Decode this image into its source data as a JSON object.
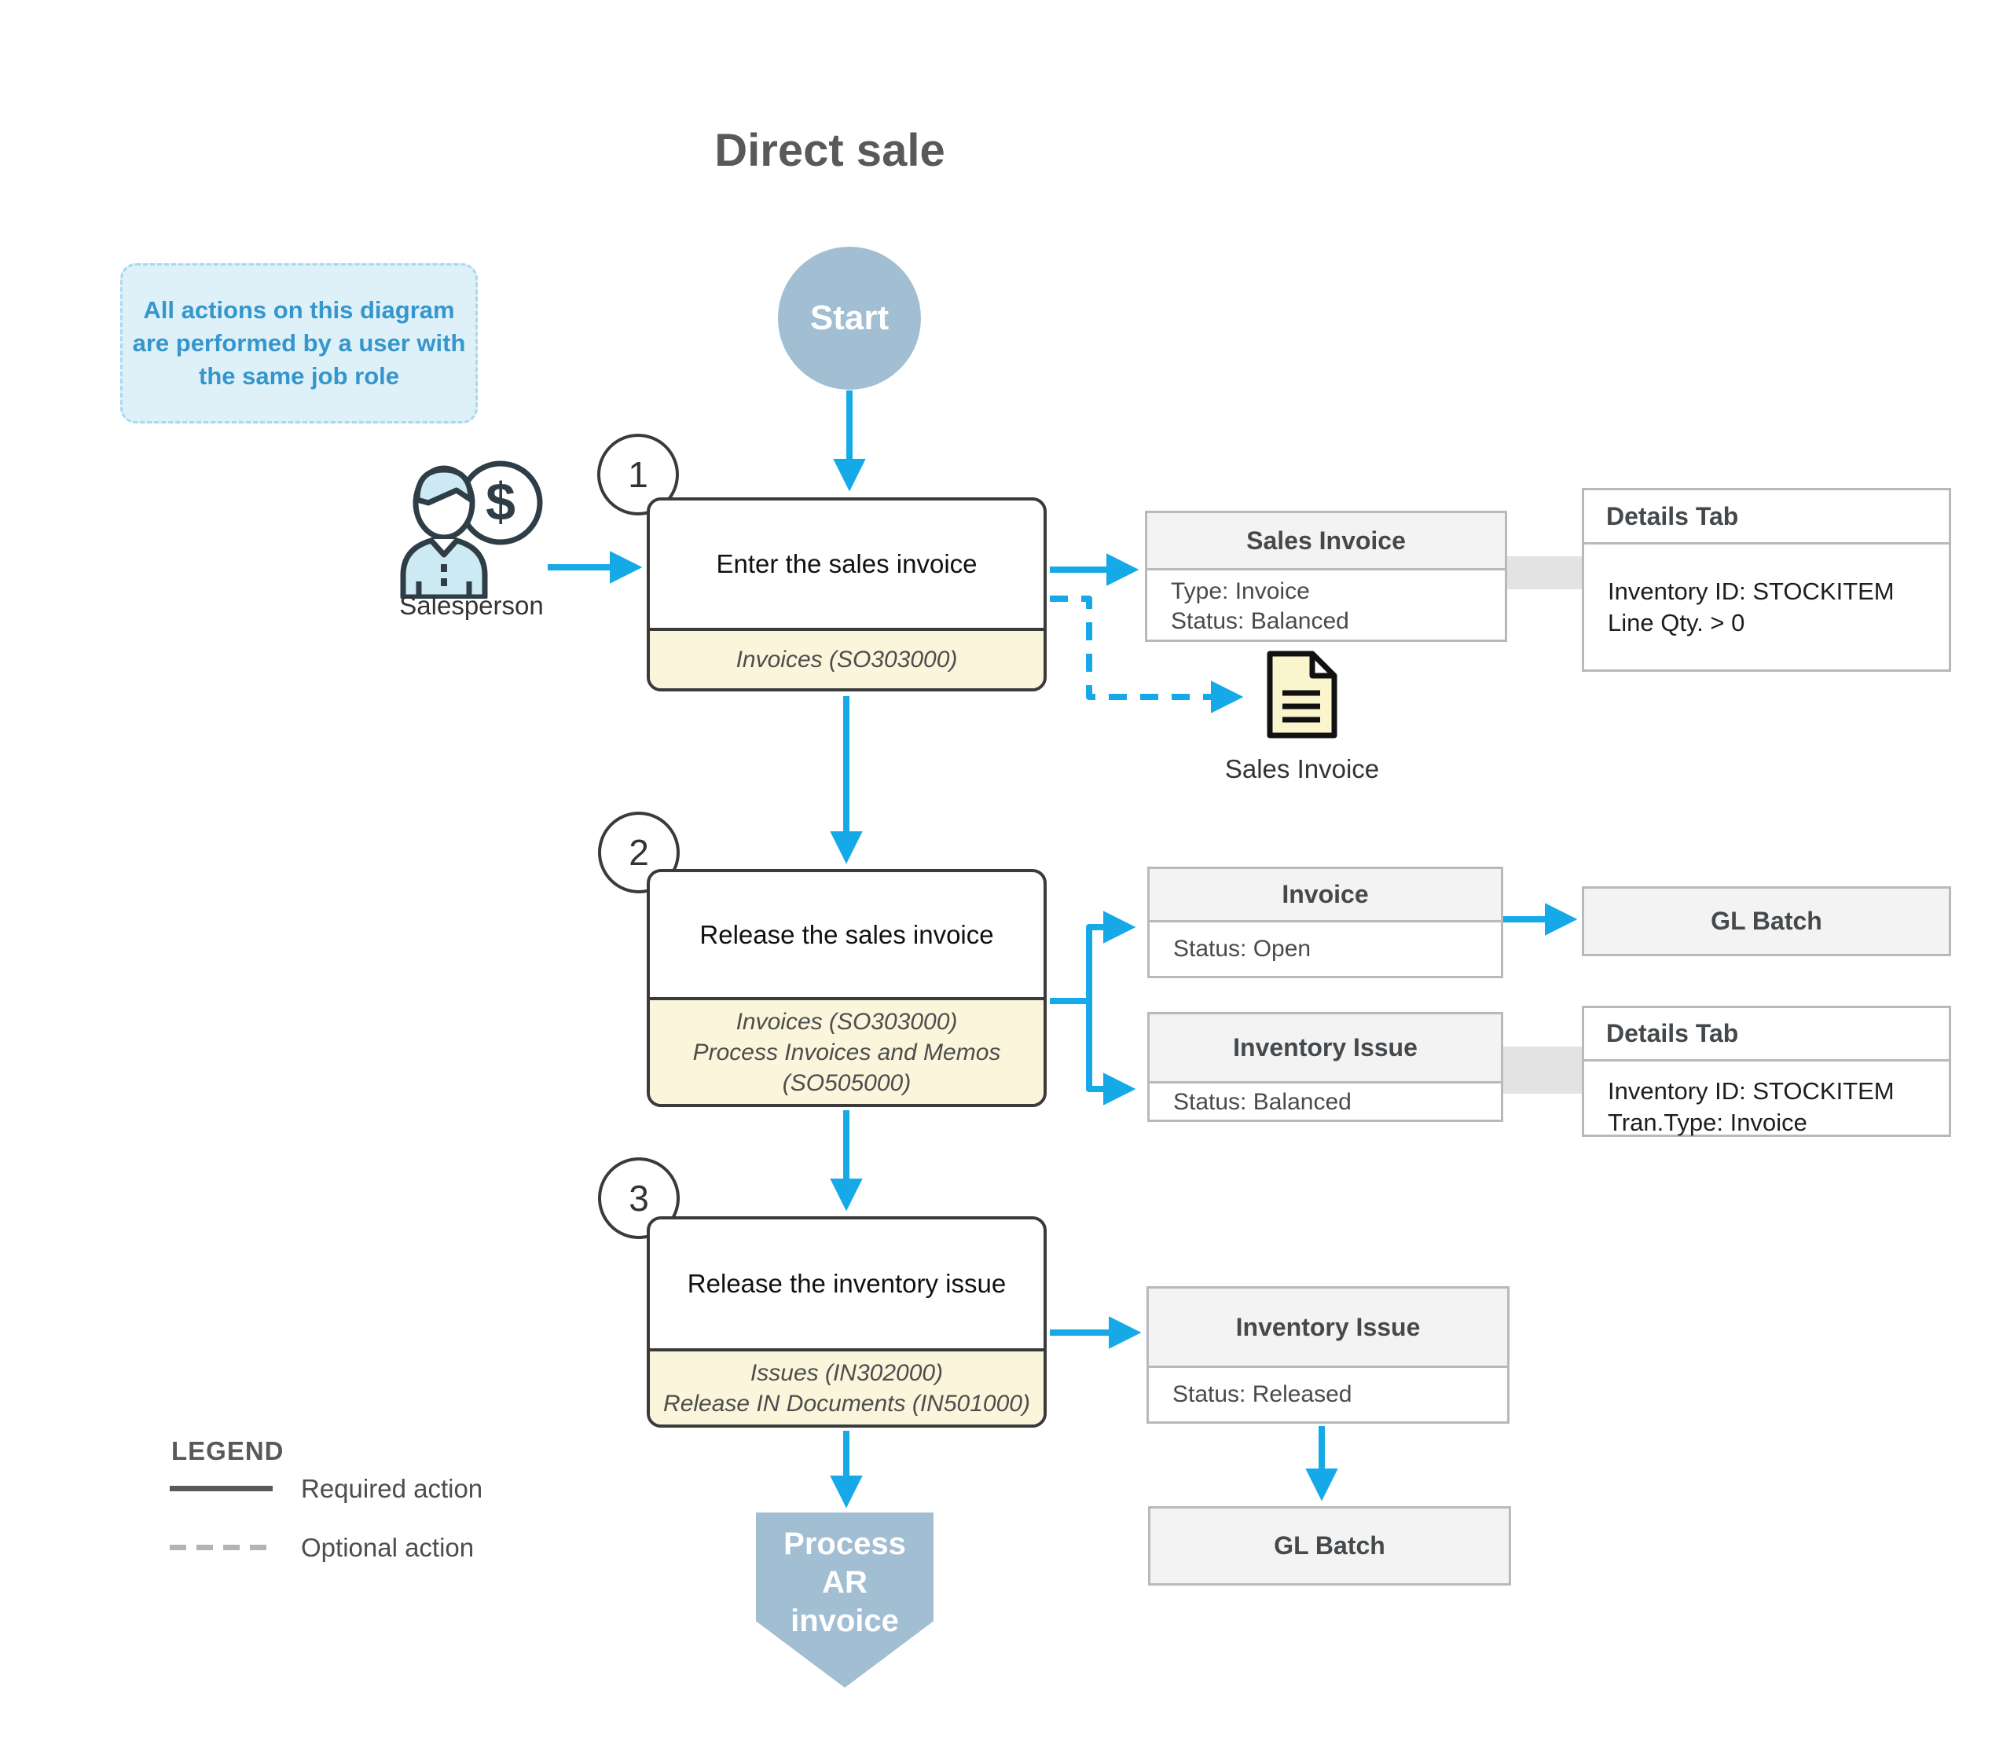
{
  "title": "Direct sale",
  "note": {
    "text": "All actions on this diagram\nare performed by a user with\nthe same job role"
  },
  "start": {
    "label": "Start"
  },
  "actor": {
    "label": "Salesperson",
    "icon": "salesperson-dollar-icon"
  },
  "steps": [
    {
      "number": "1",
      "title": "Enter the sales invoice",
      "screens": "Invoices (SO303000)"
    },
    {
      "number": "2",
      "title": "Release the sales invoice",
      "screens": "Invoices (SO303000)\nProcess Invoices and Memos (SO505000)"
    },
    {
      "number": "3",
      "title": "Release the inventory issue",
      "screens": "Issues (IN302000)\nRelease IN Documents (IN501000)"
    }
  ],
  "artifacts": {
    "sales_invoice": {
      "title": "Sales Invoice",
      "lines": [
        "Type: Invoice",
        "Status: Balanced"
      ]
    },
    "details_tab_1": {
      "title": "Details Tab",
      "lines": [
        "Inventory ID: STOCKITEM",
        "Line Qty. > 0"
      ]
    },
    "document": {
      "label": "Sales Invoice",
      "icon": "document-icon"
    },
    "invoice": {
      "title": "Invoice",
      "lines": [
        "Status: Open"
      ]
    },
    "gl_batch_1": {
      "title": "GL Batch"
    },
    "inventory_issue_balanced": {
      "title": "Inventory Issue",
      "lines": [
        "Status: Balanced"
      ]
    },
    "details_tab_2": {
      "title": "Details Tab",
      "lines": [
        "Inventory ID: STOCKITEM",
        "Tran.Type: Invoice"
      ]
    },
    "inventory_issue_released": {
      "title": "Inventory Issue",
      "lines": [
        "Status: Released"
      ]
    },
    "gl_batch_2": {
      "title": "GL Batch"
    }
  },
  "terminator": {
    "label": "Process\nAR\ninvoice"
  },
  "legend": {
    "title": "LEGEND",
    "required": "Required action",
    "optional": "Optional action"
  },
  "colors": {
    "arrow_blue": "#16a9e8",
    "terminal_fill": "#a2bed3",
    "note_bg": "#def1f9",
    "note_border": "#a9d8ef",
    "note_text": "#3596cc",
    "screens_bg": "#fbf5dc",
    "step_border": "#3a3a3a",
    "artifact_border": "#b5babe",
    "artifact_header_bg": "#f3f3f3",
    "connector_band": "#e3e3e3",
    "document_fill": "#fbf5cd",
    "title_gray": "#595959"
  }
}
